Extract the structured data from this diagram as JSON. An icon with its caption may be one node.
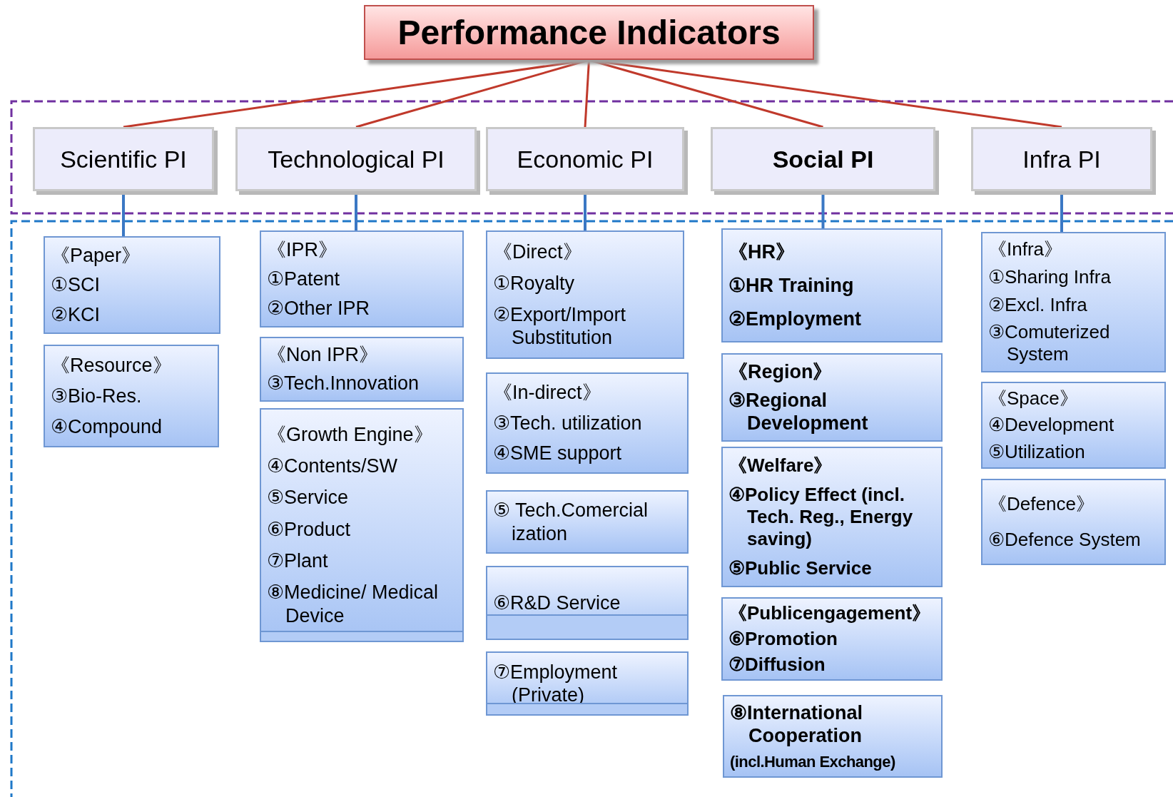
{
  "diagram": {
    "nodes": [
      {
        "text": [
          "Performance Indicators"
        ]
      },
      {
        "text": [
          "Scientific PI"
        ]
      },
      {
        "text": [
          "Technological PI"
        ]
      },
      {
        "text": [
          "Economic PI"
        ]
      },
      {
        "text": [
          "Social PI"
        ]
      },
      {
        "text": [
          "Infra PI"
        ]
      },
      {
        "text": [
          "《Paper》",
          "①SCI",
          "②KCI"
        ]
      },
      {
        "text": [
          "《Resource》",
          "③Bio-Res.",
          "④Compound"
        ]
      },
      {
        "text": [
          "《IPR》",
          "①Patent",
          "②Other IPR"
        ]
      },
      {
        "text": [
          "《Non IPR》",
          "③Tech.Innovation"
        ]
      },
      {
        "text": [
          "《Growth Engine》",
          "④Contents/SW",
          "⑤Service",
          "⑥Product",
          "⑦Plant",
          "⑧Medicine/ Medical Device"
        ]
      },
      {
        "text": [
          "《Direct》",
          "①Royalty",
          "②Export/Import Substitution"
        ]
      },
      {
        "text": [
          "《In-direct》",
          "③Tech. utilization",
          "④SME support"
        ]
      },
      {
        "text": [
          "⑤ Tech.Comercial ization"
        ]
      },
      {
        "text": [
          "⑥R&D Service"
        ]
      },
      {
        "text": [
          "⑦Employment (Private)"
        ]
      },
      {
        "text": [
          "《HR》",
          "①HR Training",
          "②Employment"
        ]
      },
      {
        "text": [
          "《Region》",
          "③Regional Development"
        ]
      },
      {
        "text": [
          "《Welfare》",
          "④Policy Effect (incl. Tech. Reg., Energy saving)",
          "⑤Public Service"
        ]
      },
      {
        "text": [
          "《Publicengagement》",
          "⑥Promotion",
          "⑦Diffusion"
        ]
      },
      {
        "text": [
          "⑧International Cooperation",
          "(incl.Human Exchange)"
        ]
      },
      {
        "text": [
          "《Infra》",
          "①Sharing Infra",
          "②Excl. Infra",
          "③Comuterized System"
        ]
      },
      {
        "text": [
          "《Space》",
          "④Development",
          "⑤Utilization"
        ]
      },
      {
        "text": [
          "《Defence》",
          "⑥Defence System"
        ]
      }
    ],
    "edges": [
      {
        "from": 0,
        "to": 1,
        "arrow": "none"
      },
      {
        "from": 0,
        "to": 2,
        "arrow": "none"
      },
      {
        "from": 0,
        "to": 3,
        "arrow": "none"
      },
      {
        "from": 0,
        "to": 4,
        "arrow": "none"
      },
      {
        "from": 0,
        "to": 5,
        "arrow": "none"
      },
      {
        "from": 1,
        "to": 6,
        "arrow": "none",
        "color": "#3b78c4"
      },
      {
        "from": 2,
        "to": 8,
        "arrow": "none",
        "color": "#3b78c4"
      },
      {
        "from": 3,
        "to": 11,
        "arrow": "none",
        "color": "#3b78c4"
      },
      {
        "from": 4,
        "to": 16,
        "arrow": "none",
        "color": "#3b78c4"
      },
      {
        "from": 5,
        "to": 21,
        "arrow": "none",
        "color": "#3b78c4"
      }
    ]
  }
}
